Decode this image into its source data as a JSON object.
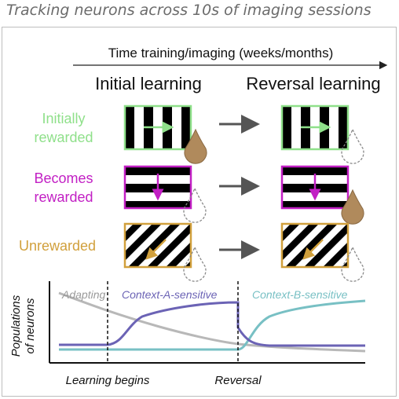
{
  "title": "Tracking neurons across 10s of imaging sessions",
  "timeline_label": "Time training/imaging (weeks/months)",
  "columns": {
    "initial": "Initial learning",
    "reversal": "Reversal learning"
  },
  "rows": [
    {
      "label_line1": "Initially",
      "label_line2": "rewarded",
      "color": "#8fe08a"
    },
    {
      "label_line1": "Becomes",
      "label_line2": "rewarded",
      "color": "#c21fc4"
    },
    {
      "label_line1": "Unrewarded",
      "label_line2": "",
      "color": "#d1a03c"
    }
  ],
  "colors": {
    "reward_drop": "#b08a5c",
    "adapting": "#b8b8b8",
    "context_a": "#6b63b5",
    "context_b": "#78c0c4"
  },
  "plot": {
    "ylabel_line1": "Populations",
    "ylabel_line2": "of neurons",
    "series": {
      "adapting": "Adapting",
      "context_a": "Context-A-sensitive",
      "context_b": "Context-B-sensitive"
    },
    "events": {
      "learning": "Learning begins",
      "reversal": "Reversal"
    }
  }
}
